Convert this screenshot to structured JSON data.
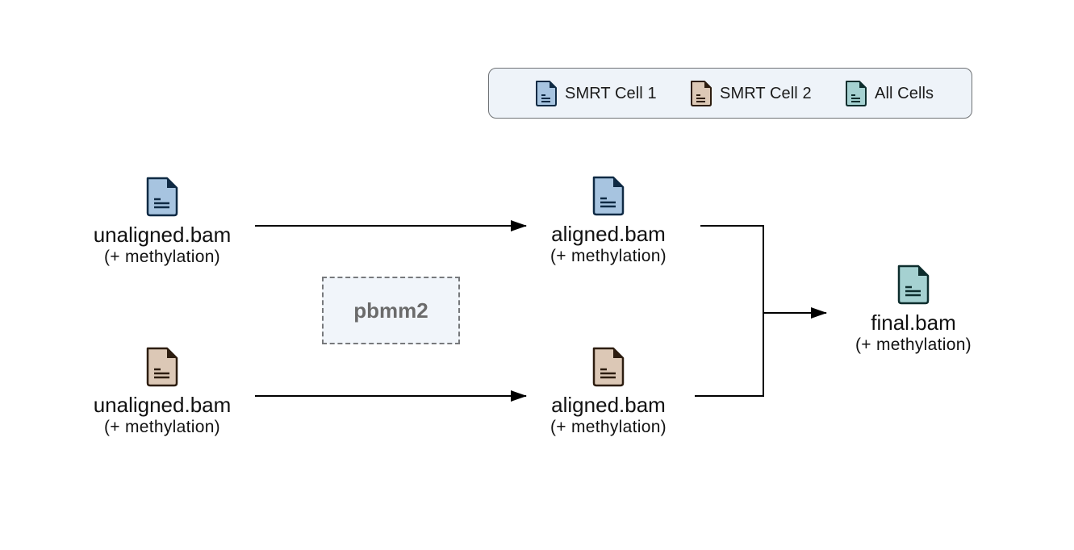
{
  "legend": {
    "items": [
      {
        "label": "SMRT Cell 1",
        "icon": "file-icon",
        "fill": "#a7c4e0",
        "stroke": "#0f2a44"
      },
      {
        "label": "SMRT Cell 2",
        "icon": "file-icon",
        "fill": "#dcc8b6",
        "stroke": "#2d1d10"
      },
      {
        "label": "All Cells",
        "icon": "file-icon",
        "fill": "#a5d1d1",
        "stroke": "#0d2d2d"
      }
    ]
  },
  "nodes": {
    "cell1_unaligned": {
      "name": "unaligned.bam",
      "sub": "(+ methylation)"
    },
    "cell2_unaligned": {
      "name": "unaligned.bam",
      "sub": "(+ methylation)"
    },
    "cell1_aligned": {
      "name": "aligned.bam",
      "sub": "(+ methylation)"
    },
    "cell2_aligned": {
      "name": "aligned.bam",
      "sub": "(+ methylation)"
    },
    "final": {
      "name": "final.bam",
      "sub": "(+ methylation)"
    }
  },
  "tool": {
    "label": "pbmm2"
  },
  "colors": {
    "cell1_fill": "#a7c4e0",
    "cell1_stroke": "#0f2a44",
    "cell2_fill": "#dcc8b6",
    "cell2_stroke": "#2d1d10",
    "all_fill": "#a5d1d1",
    "all_stroke": "#0d2d2d",
    "legend_bg": "#eef3f9",
    "tool_bg": "#f1f5fa",
    "tool_text": "#6b6b6b"
  }
}
